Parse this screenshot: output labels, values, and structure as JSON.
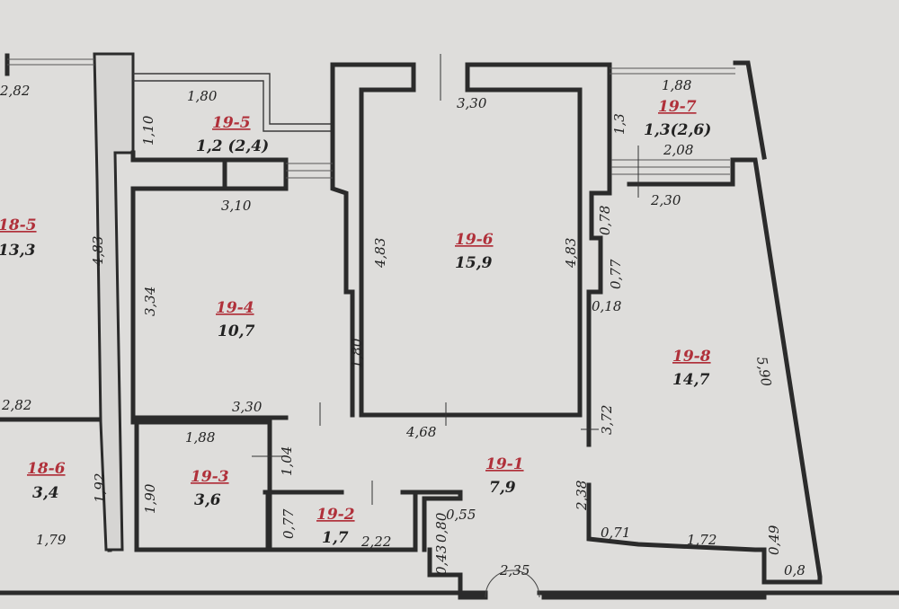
{
  "rooms": [
    {
      "id": "18-5",
      "area": "13,3"
    },
    {
      "id": "18-6",
      "area": "3,4"
    },
    {
      "id": "19-5",
      "area": "1,2 (2,4)"
    },
    {
      "id": "19-4",
      "area": "10,7"
    },
    {
      "id": "19-6",
      "area": "15,9"
    },
    {
      "id": "19-7",
      "area": "1,3(2,6)"
    },
    {
      "id": "19-8",
      "area": "14,7"
    },
    {
      "id": "19-3",
      "area": "3,6"
    },
    {
      "id": "19-2",
      "area": "1,7"
    },
    {
      "id": "19-1",
      "area": "7,9"
    }
  ],
  "dims": {
    "d_2_82_top": "2,82",
    "d_2_82_mid": "2,82",
    "d_1_79": "1,79",
    "d_1_92": "1,92",
    "d_4_83_left": "4,83",
    "d_1_80_b": "1,80",
    "d_1_10": "1,10",
    "d_3_10": "3,10",
    "d_3_34": "3,34",
    "d_1_80_v": "1,80",
    "d_3_30_b": "3,30",
    "d_3_30_t": "3,30",
    "d_4_83_a": "4,83",
    "d_4_83_b": "4,83",
    "d_4_68": "4,68",
    "d_1_88_t": "1,88",
    "d_1_3": "1,3",
    "d_2_08": "2,08",
    "d_2_30": "2,30",
    "d_0_78": "0,78",
    "d_0_77_r": "0,77",
    "d_0_18": "0,18",
    "d_3_72": "3,72",
    "d_5_90": "5,90",
    "d_1_88_b": "1,88",
    "d_1_04": "1,04",
    "d_1_90": "1,90",
    "d_0_77_l": "0,77",
    "d_2_22": "2,22",
    "d_0_80": "0,80",
    "d_0_55": "0,55",
    "d_0_43": "0,43",
    "d_2_38": "2,38",
    "d_2_35": "2,35",
    "d_0_71": "0,71",
    "d_1_72": "1,72",
    "d_0_49": "0,49",
    "d_0_8": "0,8"
  }
}
